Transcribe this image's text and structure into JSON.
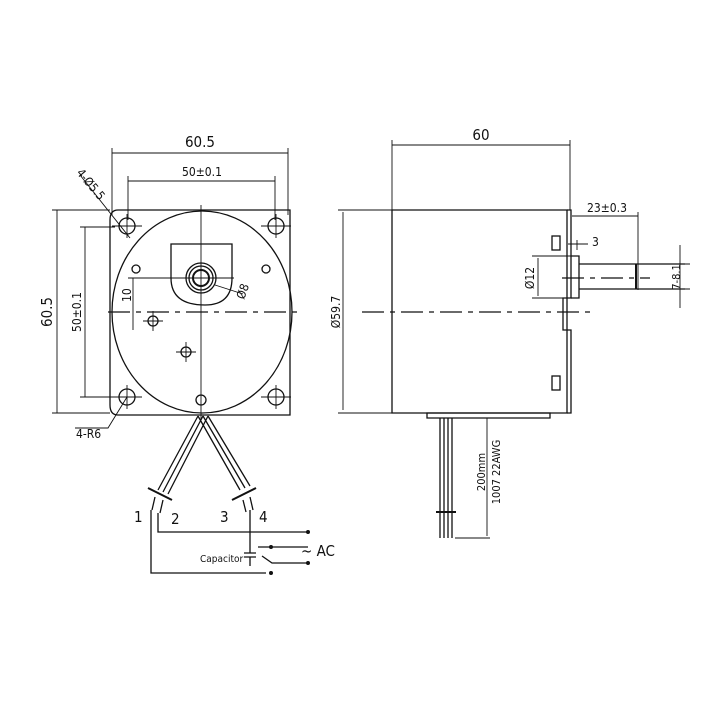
{
  "front_view": {
    "width_dim": "60.5",
    "hole_spacing_dim": "50±0.1",
    "height_dim": "60.5",
    "vertical_hole_spacing_dim": "50±0.1",
    "hole_callout": "4-Ø5.5",
    "corner_radius_callout": "4-R6",
    "shaft_dia": "Ø8",
    "offset_dim": "10"
  },
  "side_view": {
    "length_dim": "60",
    "body_dia": "Ø59.7",
    "shaft_length_dim": "23±0.3",
    "boss_dia": "Ø12",
    "boss_height": "3",
    "shaft_flat": "7-8.1",
    "wire_length": "200mm",
    "wire_spec": "1007 22AWG"
  },
  "wiring": {
    "terminals": [
      "1",
      "2",
      "3",
      "4"
    ],
    "capacitor_label": "Capacitor",
    "power_label": "~ AC"
  }
}
